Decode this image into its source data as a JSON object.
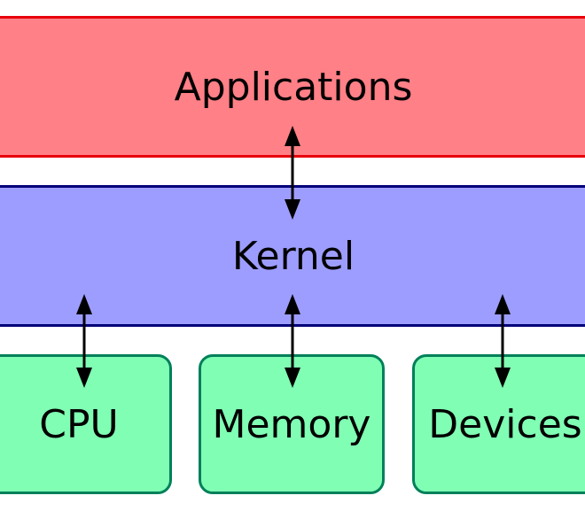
{
  "layers": {
    "applications": {
      "label": "Applications"
    },
    "kernel": {
      "label": "Kernel"
    }
  },
  "resources": {
    "cpu": {
      "label": "CPU"
    },
    "memory": {
      "label": "Memory"
    },
    "devices": {
      "label": "Devices"
    }
  },
  "colors": {
    "applications_fill": "#ff8086",
    "applications_stroke": "#e8000b",
    "kernel_fill": "#9d9dff",
    "kernel_stroke": "#00007a",
    "resource_fill": "#80ffb4",
    "resource_stroke": "#00805a",
    "arrow": "#000000"
  },
  "icons": {
    "connector": "double-headed-arrow-icon"
  }
}
